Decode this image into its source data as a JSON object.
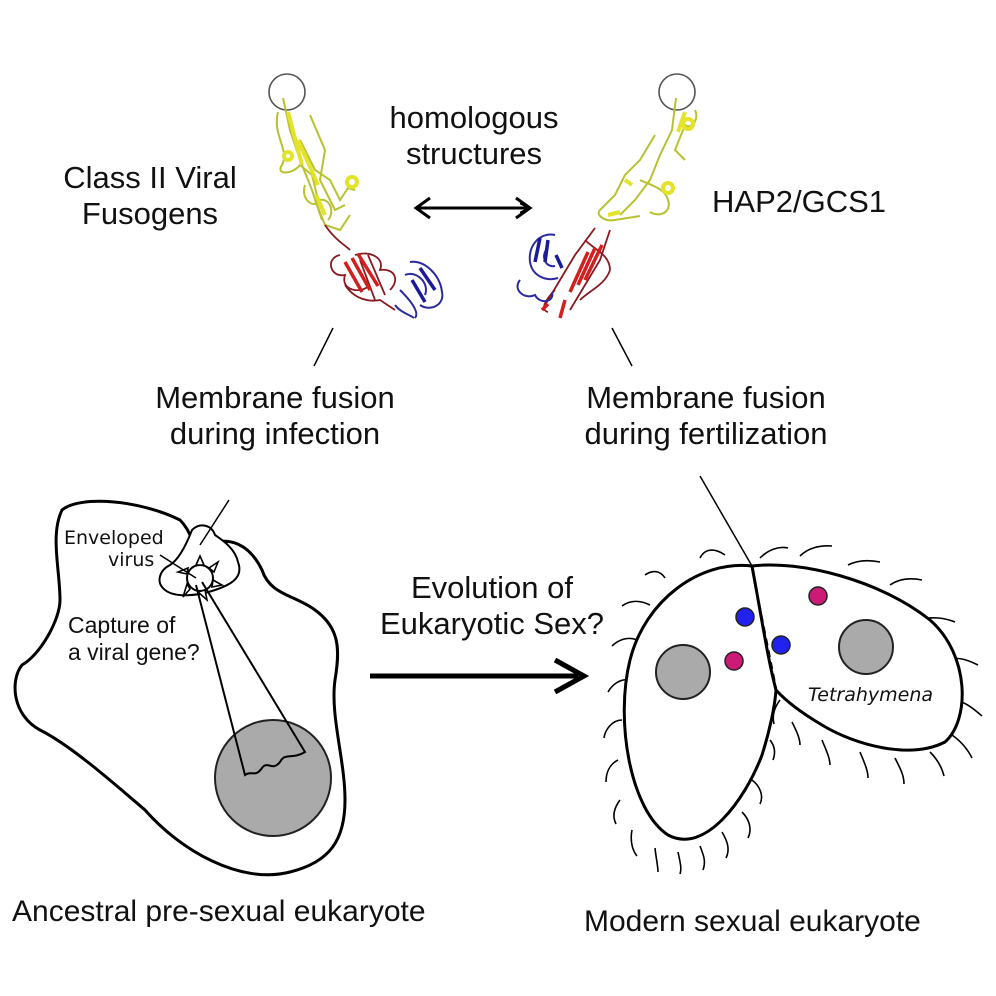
{
  "labels": {
    "viral_title": [
      "Class II Viral",
      "Fusogens"
    ],
    "homologous": [
      "homologous",
      "structures"
    ],
    "hap2_title": "HAP2/GCS1",
    "fusion_infection": [
      "Membrane fusion",
      "during infection"
    ],
    "fusion_fertilization": [
      "Membrane fusion",
      "during fertilization"
    ],
    "enveloped_virus": [
      "Enveloped",
      "virus"
    ],
    "capture_gene": [
      "Capture of",
      "a viral gene?"
    ],
    "evolution": [
      "Evolution of",
      "Eukaryotic Sex?"
    ],
    "organism_name": "Tetrahymena",
    "ancestral": "Ancestral pre-sexual eukaryote",
    "modern": "Modern sexual eukaryote"
  },
  "colors": {
    "domain_I": "#c21c1c",
    "domain_II": "#c9cc2a",
    "domain_III": "#1a1a9a",
    "nucleus": "#aaaaaa",
    "micronucleus_blue": "#2222ee",
    "micronucleus_magenta": "#cc1a77"
  },
  "icons": {
    "double_arrow": "left-right-arrow",
    "evolution_arrow": "right-arrow"
  }
}
